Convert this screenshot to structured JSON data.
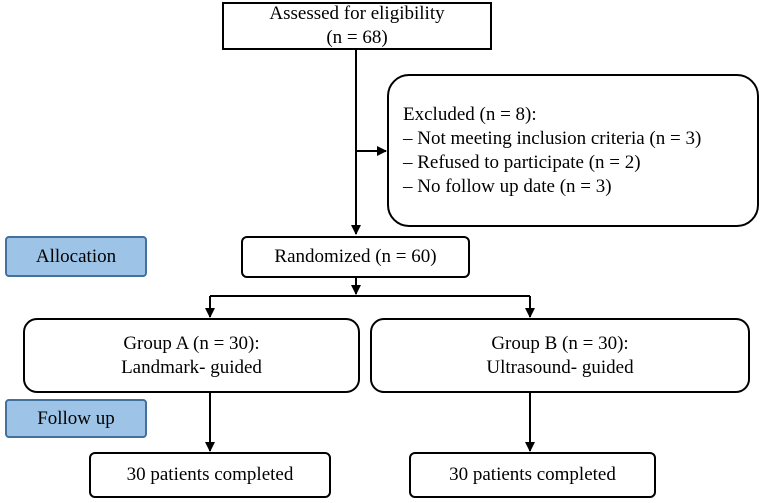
{
  "assessed": {
    "line1": "Assessed for eligibility",
    "line2": "(n = 68)"
  },
  "excluded": {
    "title": "Excluded (n = 8):",
    "items": [
      "– Not meeting inclusion criteria (n = 3)",
      "– Refused to participate (n = 2)",
      "– No follow up date (n = 3)"
    ]
  },
  "stages": {
    "allocation": "Allocation",
    "follow_up": "Follow up"
  },
  "randomized": "Randomized (n = 60)",
  "group_a": {
    "line1": "Group A (n = 30):",
    "line2": "Landmark- guided"
  },
  "group_b": {
    "line1": "Group B (n = 30):",
    "line2": "Ultrasound- guided"
  },
  "completed_a": "30 patients completed",
  "completed_b": "30 patients completed",
  "colors": {
    "stage_fill": "#9dc3e6",
    "stage_border": "#41719c",
    "line": "#000000"
  }
}
